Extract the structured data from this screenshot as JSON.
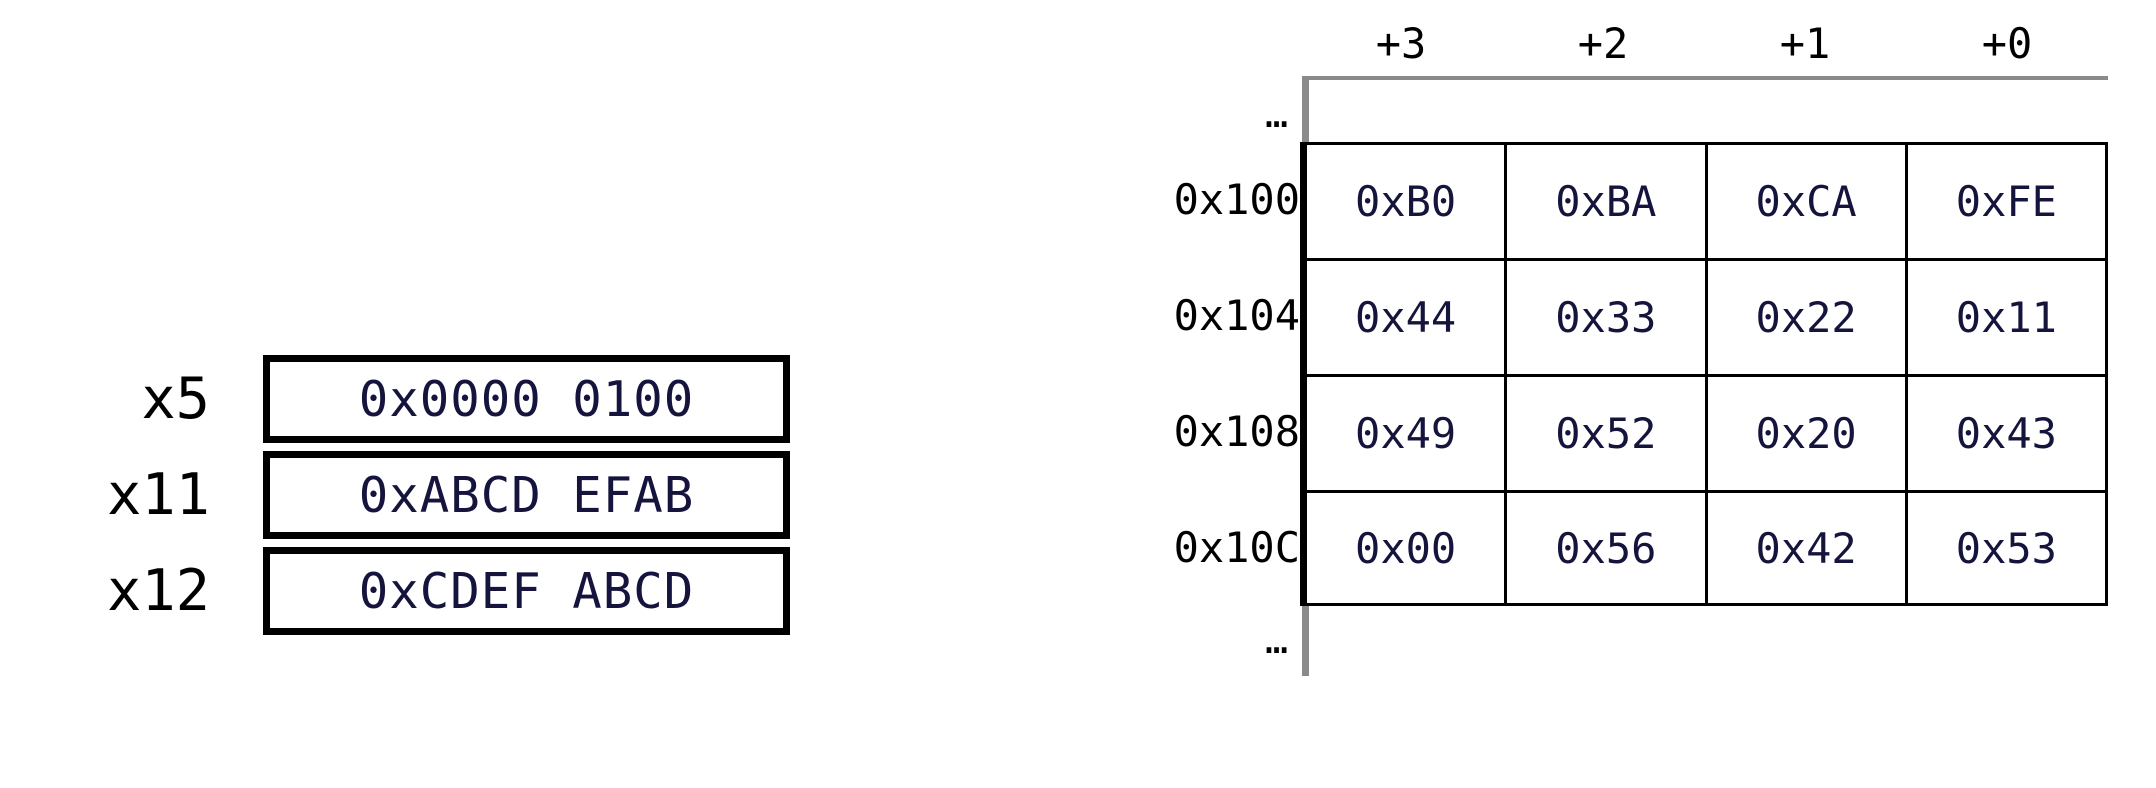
{
  "registers": {
    "rows": [
      {
        "name": "x5",
        "value": "0x0000 0100"
      },
      {
        "name": "x11",
        "value": "0xABCD EFAB"
      },
      {
        "name": "x12",
        "value": "0xCDEF ABCD"
      }
    ]
  },
  "memory": {
    "column_headers": [
      "+3",
      "+2",
      "+1",
      "+0"
    ],
    "ellipsis_top": "…",
    "ellipsis_bottom": "…",
    "rows": [
      {
        "address": "0x100",
        "bytes": [
          "0xB0",
          "0xBA",
          "0xCA",
          "0xFE"
        ]
      },
      {
        "address": "0x104",
        "bytes": [
          "0x44",
          "0x33",
          "0x22",
          "0x11"
        ]
      },
      {
        "address": "0x108",
        "bytes": [
          "0x49",
          "0x52",
          "0x20",
          "0x43"
        ]
      },
      {
        "address": "0x10C",
        "bytes": [
          "0x00",
          "0x56",
          "0x42",
          "0x53"
        ]
      }
    ]
  },
  "colors": {
    "value_text": "#14143c",
    "label_text": "#000000",
    "border_strong": "#000000",
    "border_muted": "#8a8a8a",
    "background": "#ffffff"
  }
}
